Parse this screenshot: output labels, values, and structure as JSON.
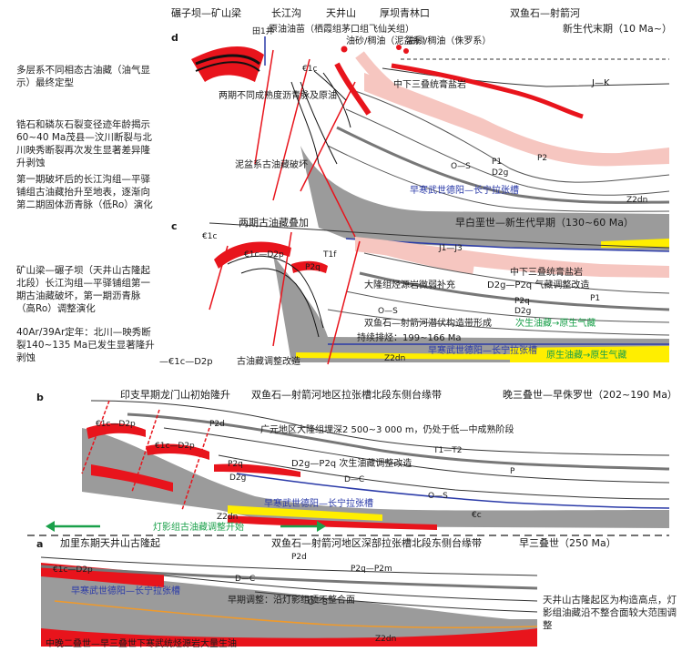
{
  "left_notes": [
    "多层系不同相态古油藏（油气显示）最终定型",
    "锆石和磷灰石裂变径迹年龄揭示60~40 Ma茂县—汶川断裂与北川映秀断裂再次发生显著差异隆升剥蚀",
    "第一期破坏后的长江沟组—平驿铺组古油藏抬升至地表，逐渐向第二期固体沥青脉（低Ro）演化",
    "矿山梁—碾子坝（天井山古隆起北段）长江沟组—平驿铺组第一期古油藏破坏，第一期沥青脉（高Ro）调整演化",
    "40Ar/39Ar定年：北川—映秀断裂140~135 Ma已发生显著隆升剥蚀"
  ],
  "right_note": "天井山古隆起区为构造高点，灯影组油藏沿不整合面较大范围调整",
  "panel_d": {
    "letter": "d",
    "locs": [
      "碾子坝—矿山梁",
      "长江沟",
      "天井山",
      "厚坝青林口",
      "双鱼石—射箭河"
    ],
    "age": "新生代末期（10 Ma~）",
    "well": "田1井",
    "seep1": "原油油苗（栖霞组茅口组飞仙关组）",
    "seep2": "油砂/稠油（泥盆系）",
    "seep3": "油砂/稠油（侏罗系）",
    "salt": "中下三叠统膏盐岩",
    "bitumen": "两期不同成熟度沥青脉及原油",
    "devonian": "泥盆系古油藏破坏",
    "rift": "早寒武世德阳—长宁拉张槽",
    "jk": "J—K",
    "os": "O—S",
    "p2": "P2",
    "p1": "P1",
    "dg": "D2g",
    "zdn": "Z2dn",
    "e1c": "€1c"
  },
  "panel_c": {
    "letter": "c",
    "title1": "两期古油藏叠加",
    "title2": "早白垩世—新生代早期（130~60 Ma）",
    "e1c": "€1c",
    "e1c2": "€1c—D2p",
    "t1f": "T1f",
    "p2q": "P2q",
    "j": "J1—J3",
    "salt": "中下三叠统膏盐岩",
    "supply": "大隆组烃源岩微弱补充",
    "gas_adj": "D2g—P2q 气藏调整改造",
    "p2q2": "P2q",
    "p1": "P1",
    "d2g": "D2g",
    "os": "O—S",
    "potential": "双鱼石—射箭河潜伏构造带形成",
    "green1": "次生油藏→原生气藏",
    "burial": "持续排烃：199~166 Ma",
    "rift": "早寒武世德阳—长宁拉张槽",
    "green2": "原生油藏→原生气藏",
    "zdn": "Z2dn",
    "ancient": "古油藏调整改造",
    "leftlbl": "—€1c—D2p"
  },
  "panel_b": {
    "letter": "b",
    "title1": "印支早期龙门山初始隆升",
    "title2": "双鱼石—射箭河地区拉张槽北段东侧台缘带",
    "title3": "晚三叠世—早侏罗世（202~190 Ma）",
    "note": "广元地区大隆组埋深2 500~3 000 m，仍处于低—中成熟阶段",
    "p2d": "P2d",
    "t": "T1—T2",
    "e1": "€1c—D2p",
    "e2": "€1c—D2p",
    "p2q": "P2q",
    "d2g": "D2g",
    "secondary": "D2g—P2q 次生油藏调整改造",
    "dc": "D—C",
    "p": "P",
    "os": "O—S",
    "rift": "早寒武世德阳—长宁拉张槽",
    "zdn": "Z2dn",
    "green": "灯影组古油藏调整开始",
    "e": "€c"
  },
  "panel_a": {
    "letter": "a",
    "title1": "加里东期天井山古隆起",
    "title2": "双鱼石—射箭河地区深部拉张槽北段东侧台缘带",
    "title3": "早三叠世（250 Ma）",
    "p2d": "P2d",
    "p2q": "P2q—P2m",
    "e": "€1c—D2p",
    "dc": "D—C",
    "rift": "早寒武世德阳—长宁拉张槽",
    "os": "O—S",
    "adjust": "早期调整：沿灯影组顶不整合面",
    "bottom": "中晚二叠世—早三叠世下寒武统烃源岩大量生油",
    "zdn": "Z2dn"
  },
  "colors": {
    "red": "#e8141c",
    "gray": "#9b9b9b",
    "yellow": "#ffee00",
    "salt": "#f6c6c0",
    "green": "#1aa04a",
    "blue": "#2a3aa8"
  }
}
